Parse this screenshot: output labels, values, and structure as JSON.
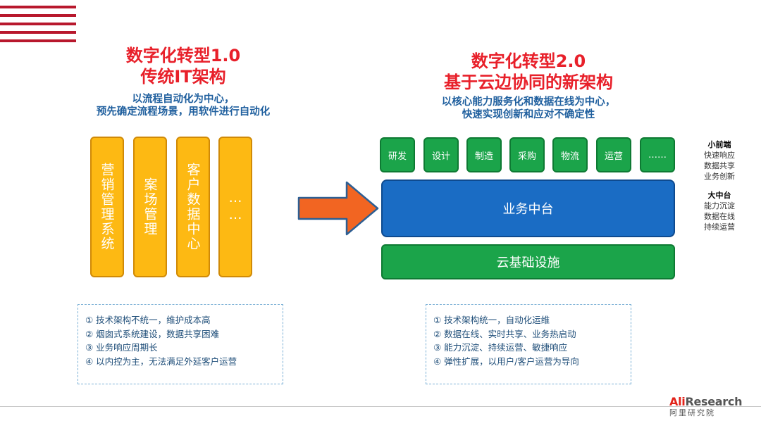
{
  "left": {
    "title_line1": "数字化转型1.0",
    "title_line2": "传统IT架构",
    "subtitle_line1": "以流程自动化为中心，",
    "subtitle_line2": "预先确定流程场景，用软件进行自动化",
    "pillars": [
      "营销管理系统",
      "案场管理",
      "客户数据中心",
      "……"
    ],
    "notes": [
      "①  技术架构不统一，维护成本高",
      "②  烟囱式系统建设，数据共享困难",
      "③  业务响应周期长",
      "④  以内控为主，无法满足外延客户运营"
    ]
  },
  "right": {
    "title_line1": "数字化转型2.0",
    "title_line2": "基于云边协同的新架构",
    "subtitle_line1": "以核心能力服务化和数据在线为中心，",
    "subtitle_line2": "快速实现创新和应对不确定性",
    "modules": [
      "研发",
      "设计",
      "制造",
      "采购",
      "物流",
      "运营",
      "……"
    ],
    "middle_platform": "业务中台",
    "cloud_infra": "云基础设施",
    "notes": [
      "①  技术架构统一，自动化运维",
      "②  数据在线、实时共享、业务热启动",
      "③  能力沉淀、持续运营、敏捷响应",
      "④  弹性扩展，以用户/客户运营为导向"
    ]
  },
  "side_labels": {
    "front_title": "小前端",
    "front_items": [
      "快速响应",
      "数据共享",
      "业务创新"
    ],
    "middle_title": "大中台",
    "middle_items": [
      "能力沉淀",
      "数据在线",
      "持续运营"
    ]
  },
  "logo": {
    "brand_red": "Ali",
    "brand_gray": "Research",
    "sub": "阿里研究院"
  },
  "colors": {
    "title_red": "#e8202a",
    "subtitle_blue": "#1f5f9e",
    "pillar_yellow": "#fdb913",
    "module_green": "#1ba44a",
    "platform_blue": "#1a6cc4",
    "arrow_orange": "#f26522"
  }
}
